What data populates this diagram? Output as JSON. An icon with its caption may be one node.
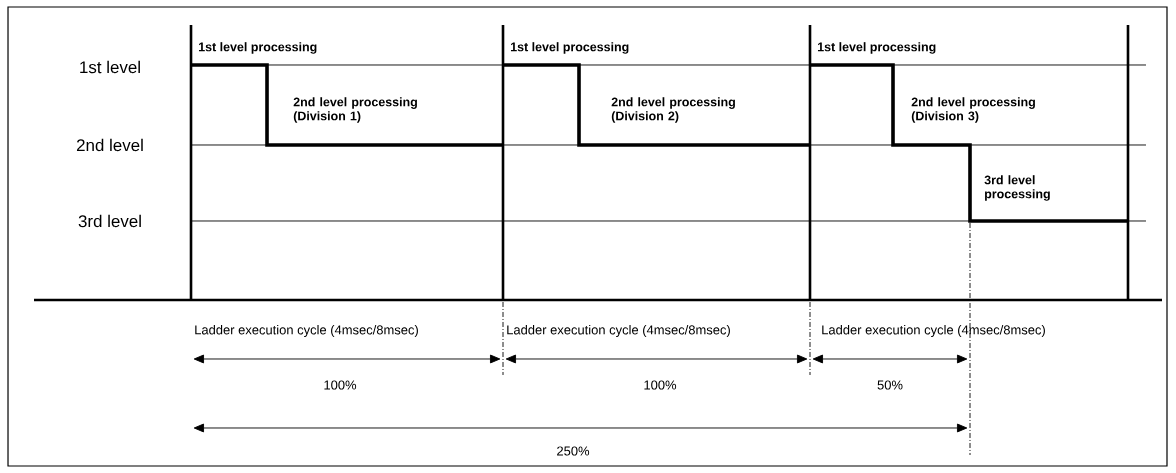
{
  "diagram": {
    "labels": [
      "1st level processing",
      "1st level processing",
      "1st level processing",
      "1st level",
      "2nd level processing (Division 1)",
      "2nd level processing (Division 2)",
      "2nd level processing (Division 3)",
      "2nd level",
      "3rd level processing",
      "3rd level",
      "Ladder execution cycle (4msec/8msec)",
      "Ladder execution cycle (4msec/8msec)",
      "Ladder execution cycle (4msec/8msec)",
      "100%",
      "100%",
      "50%",
      "250%"
    ]
  }
}
